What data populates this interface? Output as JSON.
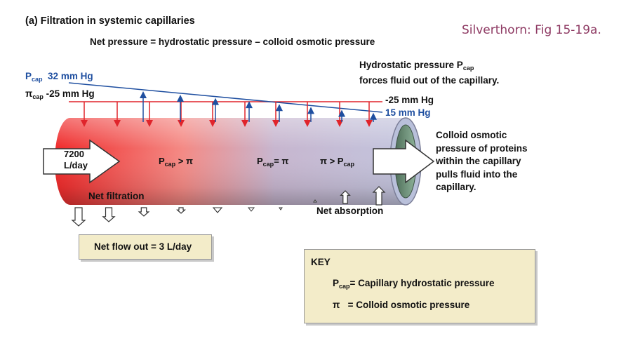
{
  "title": "(a) Filtration in systemic capillaries",
  "credit": "Silverthorn: Fig 15-19a.",
  "equation": "Net pressure = hydrostatic pressure – colloid osmotic pressure",
  "hydrostatic_note": {
    "line1_prefix": "Hydrostatic pressure P",
    "line1_sub": "cap",
    "line2": "forces fluid out of the capillary."
  },
  "left_labels": {
    "pcap_symbol": "P",
    "pcap_sub": "cap",
    "pcap_value": "32 mm Hg",
    "pi_symbol": "π",
    "pi_sub": "cap",
    "pi_value": "-25 mm Hg"
  },
  "right_labels": {
    "pi_value": "-25 mm Hg",
    "pcap_value": "15 mm Hg"
  },
  "colloid_note": "Colloid osmotic pressure of proteins within the capillary pulls fluid into the capillary.",
  "flow_in": {
    "line1": "7200",
    "line2": "L/day"
  },
  "regions": [
    {
      "symbol": "P",
      "sub": "cap",
      "rel": " > π"
    },
    {
      "symbol": "P",
      "sub": "cap",
      "rel": "= π"
    },
    {
      "prefix": "π > P",
      "sub": "cap"
    }
  ],
  "net_filtration": "Net filtration",
  "net_absorption": "Net absorption",
  "net_flow_out": "Net flow out = 3 L/day",
  "key": {
    "title": "KEY",
    "row1_symbol": "P",
    "row1_sub": "cap",
    "row1_text": "= Capillary hydrostatic pressure",
    "row2_symbol": "π",
    "row2_text": "=  Colloid osmotic pressure"
  },
  "colors": {
    "hydrostatic_line": "#1f4fa0",
    "colloid_line": "#e0242b",
    "credit_text": "#8e3a63",
    "key_fill": "#f3ecc9"
  }
}
